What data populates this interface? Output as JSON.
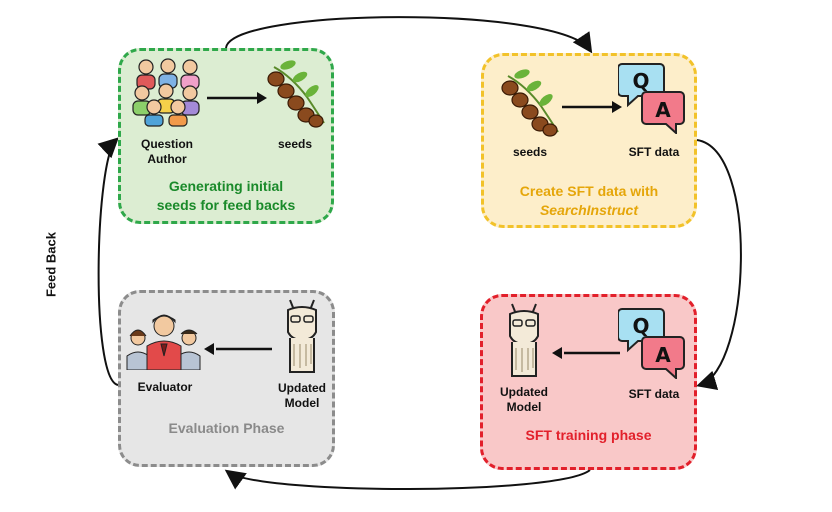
{
  "feedback_label": "Feed Back",
  "panels": {
    "initial": {
      "author_label": "Question\nAuthor",
      "seeds_label": "seeds",
      "title_line1": "Generating initial",
      "title_line2": "seeds for feed backs",
      "color": "#1a8a2a"
    },
    "create": {
      "seeds_label": "seeds",
      "sft_label": "SFT data",
      "title_line1": "Create SFT data with",
      "title_line2": "SearchInstruct",
      "color": "#e5a60a"
    },
    "training": {
      "model_label_line1": "Updated",
      "model_label_line2": "Model",
      "sft_label": "SFT data",
      "title": "SFT training phase",
      "color": "#e2202b"
    },
    "evaluation": {
      "evaluator_label": "Evaluator",
      "model_label_line1": "Updated",
      "model_label_line2": "Model",
      "title": "Evaluation Phase",
      "color": "#8a8a8a"
    }
  },
  "icons": {
    "q_letter": "Q",
    "a_letter": "A"
  }
}
